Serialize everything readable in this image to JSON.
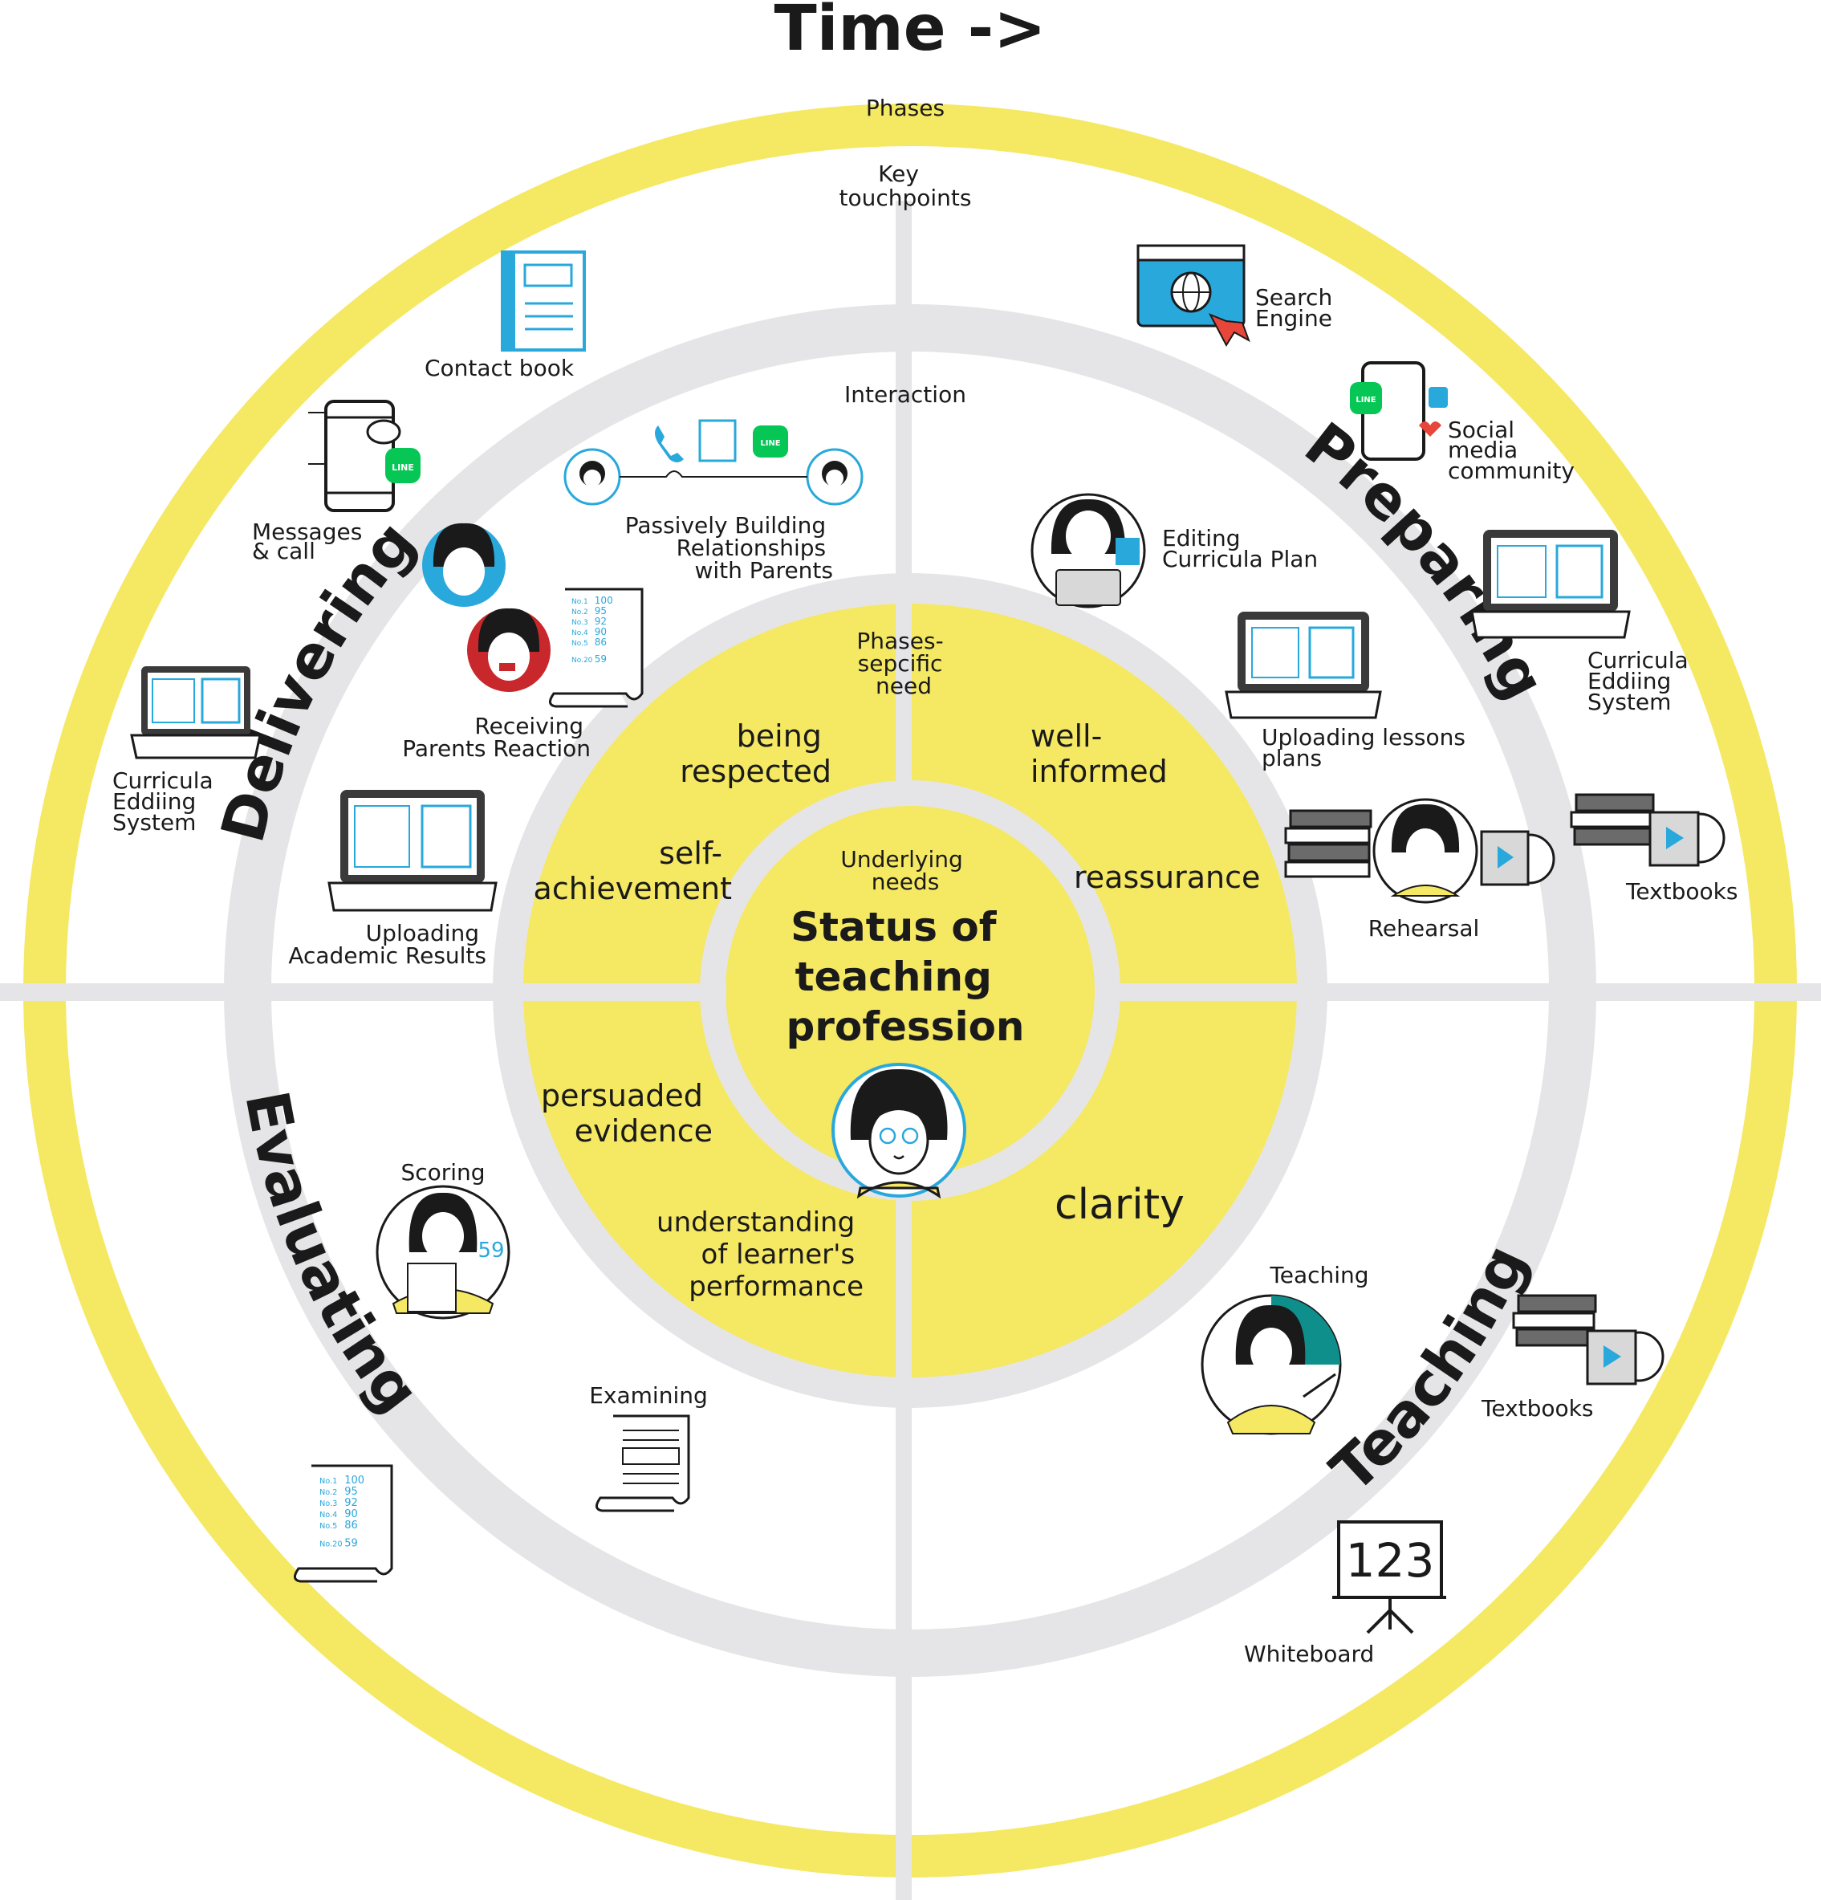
{
  "title": "Time ->",
  "ring_labels": {
    "phases": "Phases",
    "key_touchpoints": [
      "Key",
      "touchpoints"
    ],
    "interaction": "Interaction",
    "phase_specific_need": [
      "Phases-",
      "sepcific",
      "need"
    ],
    "underlying_needs": [
      "Underlying",
      "needs"
    ]
  },
  "center": {
    "lines": [
      "Status of",
      "teaching",
      "profession"
    ]
  },
  "phases": {
    "delivering": "Delivering",
    "preparing": "Preparing",
    "teaching": "Teaching",
    "evaluating": "Evaluating"
  },
  "touchpoints": {
    "contact_book": [
      "Contact book"
    ],
    "messages_call": [
      "Messages",
      "& call"
    ],
    "curricula_left": [
      "Curricula",
      "Eddiing",
      "System"
    ],
    "uploading_results": [
      "Uploading",
      "Academic Results"
    ],
    "search_engine": [
      "Search",
      "Engine"
    ],
    "social_media": [
      "Social",
      "media",
      "community"
    ],
    "curricula_right": [
      "Curricula",
      "Eddiing",
      "System"
    ],
    "textbooks_right": [
      "Textbooks"
    ],
    "textbooks_lower": [
      "Textbooks"
    ],
    "whiteboard": [
      "Whiteboard"
    ],
    "whiteboard_digits": "123"
  },
  "interactions": {
    "passively_building": [
      "Passively Building",
      "Relationships",
      "with Parents"
    ],
    "receiving_reaction": [
      "Receiving",
      "Parents Reaction"
    ],
    "editing_plan": [
      "Editing",
      "Curricula Plan"
    ],
    "uploading_lessons": [
      "Uploading lessons",
      "plans"
    ],
    "rehearsal": [
      "Rehearsal"
    ],
    "teaching": [
      "Teaching"
    ],
    "examining": [
      "Examining"
    ],
    "scoring": [
      "Scoring"
    ],
    "score_badge": "59"
  },
  "needs": {
    "being_respected": [
      "being",
      "respected"
    ],
    "self_achievement": [
      "self-",
      "achievement"
    ],
    "well_informed": [
      "well-",
      "informed"
    ],
    "reassurance": [
      "reassurance"
    ],
    "persuaded_evidence": [
      "persuaded",
      "evidence"
    ],
    "understanding": [
      "understanding",
      "of learner's",
      "performance"
    ],
    "clarity": [
      "clarity"
    ]
  },
  "score_sheet": [
    [
      "No.1",
      "100"
    ],
    [
      "No.2",
      "95"
    ],
    [
      "No.3",
      "92"
    ],
    [
      "No.4",
      "90"
    ],
    [
      "No.5",
      "86"
    ],
    [
      "No.20",
      "59"
    ]
  ],
  "app_badge": "LINE",
  "colors": {
    "yellow": "#f5e863",
    "grey": "#e5e5e7",
    "blue": "#29a8dc",
    "green": "#06c755",
    "text": "#1a1a1a"
  }
}
